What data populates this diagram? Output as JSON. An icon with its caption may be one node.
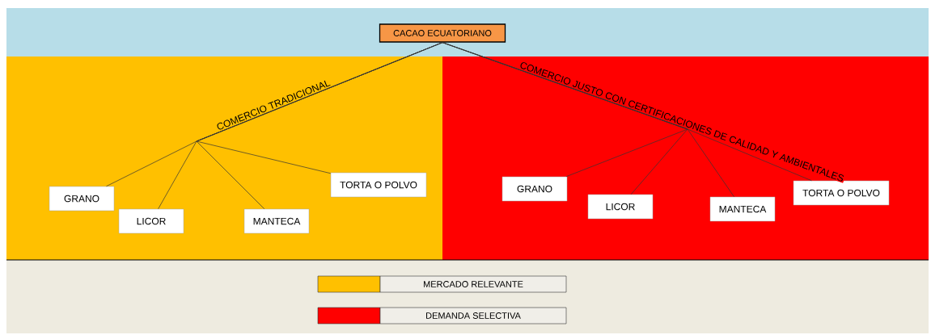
{
  "diagram": {
    "nodes": [
      {
        "text": [
          "CACAO ECUATORIANO"
        ]
      },
      {
        "text": [
          "GRANO"
        ]
      },
      {
        "text": [
          "LICOR"
        ]
      },
      {
        "text": [
          "MANTECA"
        ]
      },
      {
        "text": [
          "TORTA O POLVO"
        ]
      },
      {
        "text": [
          "GRANO"
        ]
      },
      {
        "text": [
          "LICOR"
        ]
      },
      {
        "text": [
          "MANTECA"
        ]
      },
      {
        "text": [
          "TORTA O POLVO"
        ]
      }
    ],
    "edges": [
      {
        "from": 0,
        "to": 1,
        "arrow": "none",
        "label": "COMERCIO TRADICIONAL"
      },
      {
        "from": 0,
        "to": 2,
        "arrow": "none"
      },
      {
        "from": 0,
        "to": 3,
        "arrow": "none"
      },
      {
        "from": 0,
        "to": 4,
        "arrow": "none"
      },
      {
        "from": 0,
        "to": 5,
        "arrow": "none",
        "label": "COMERCIO JUSTO  CON CERTIFICACIONES  DE CALIDAD Y AMBIENTALES"
      },
      {
        "from": 0,
        "to": 6,
        "arrow": "none"
      },
      {
        "from": 0,
        "to": 7,
        "arrow": "none"
      },
      {
        "from": 0,
        "to": 8,
        "arrow": "none"
      }
    ],
    "legend": [
      {
        "text": "MERCADO RELEVANTE",
        "color": "#ffc000"
      },
      {
        "text": "DEMANDA SELECTIVA",
        "color": "#ff0000"
      }
    ]
  }
}
